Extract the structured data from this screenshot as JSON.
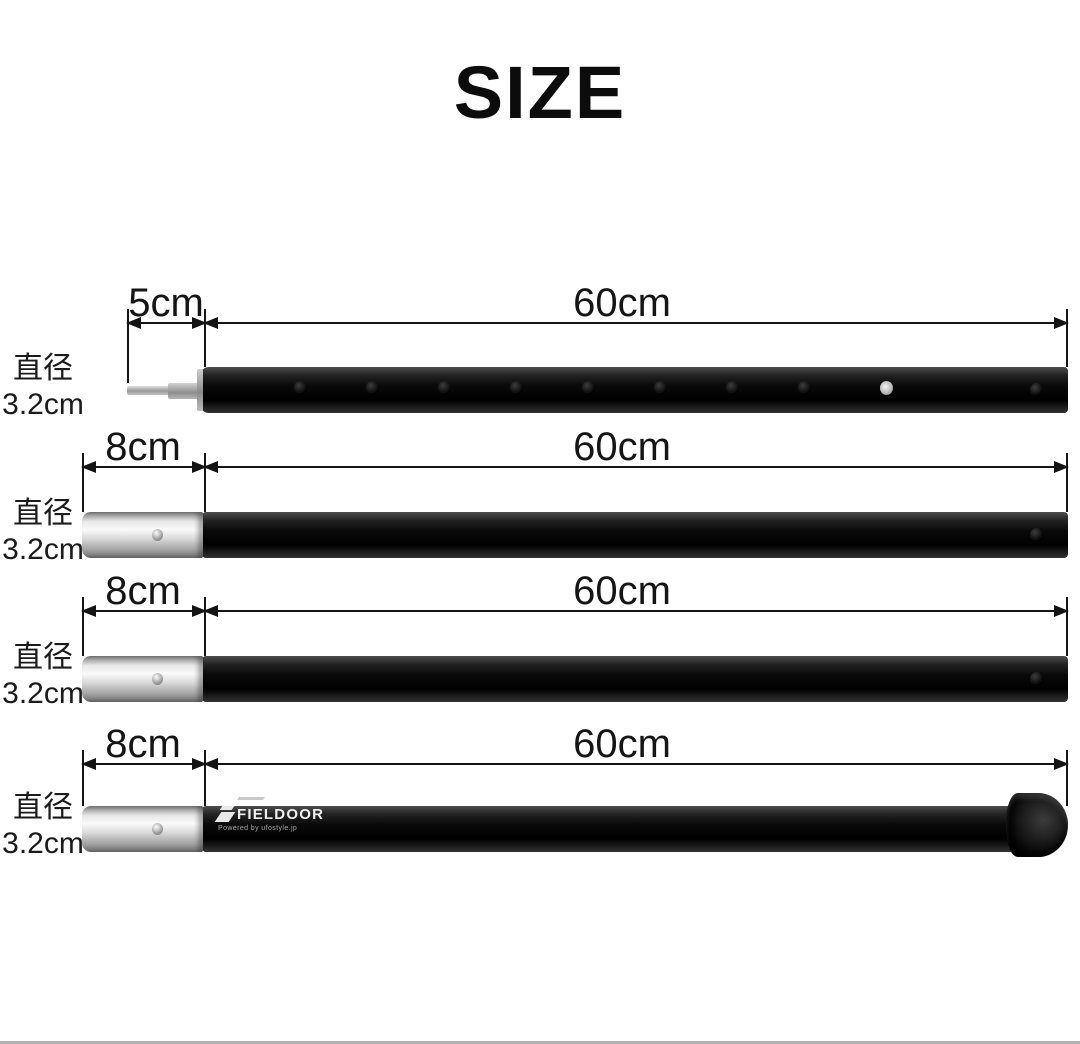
{
  "title": "SIZE",
  "brand": {
    "name": "FIELDOOR",
    "tagline": "Powered by ufostyle.jp"
  },
  "rows": [
    {
      "small_dim": "5cm",
      "large_dim": "60cm",
      "diameter_line1": "直径",
      "diameter_line2": "3.2cm"
    },
    {
      "small_dim": "8cm",
      "large_dim": "60cm",
      "diameter_line1": "直径",
      "diameter_line2": "3.2cm"
    },
    {
      "small_dim": "8cm",
      "large_dim": "60cm",
      "diameter_line1": "直径",
      "diameter_line2": "3.2cm"
    },
    {
      "small_dim": "8cm",
      "large_dim": "60cm",
      "diameter_line1": "直径",
      "diameter_line2": "3.2cm"
    }
  ],
  "colors": {
    "background": "#ffffff",
    "pole_black": "#0a0a0a",
    "connector_silver": "#d9d9d9",
    "dimension_lines": "#141414",
    "text": "#151515",
    "logo_text": "#f0f0f0"
  }
}
